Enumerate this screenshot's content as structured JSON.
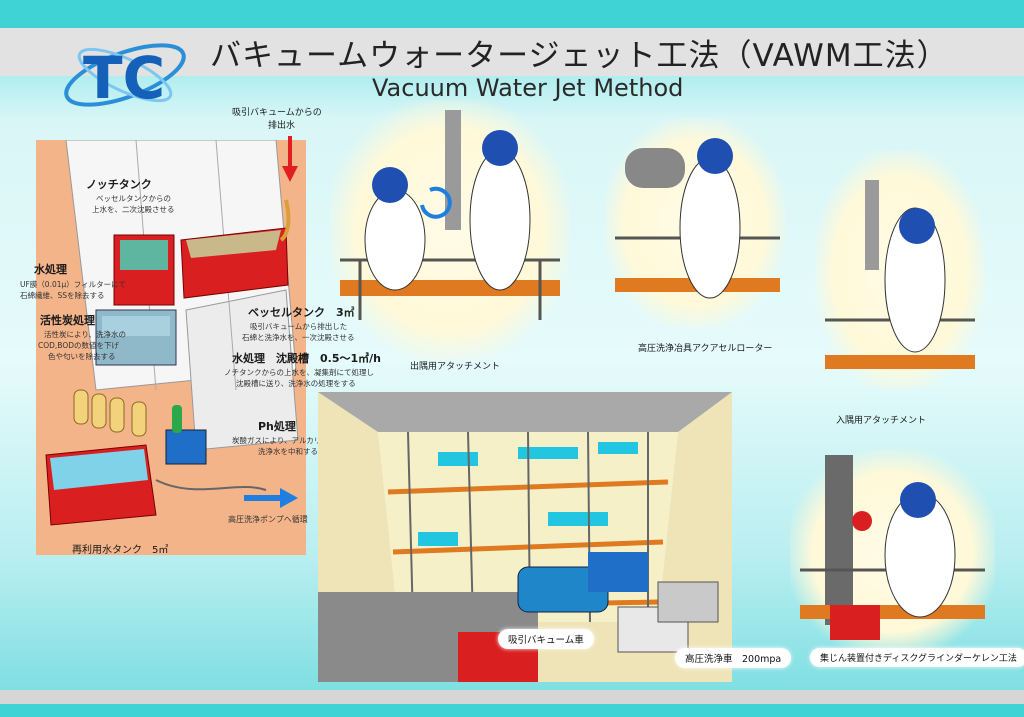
{
  "header": {
    "title": "バキュームウォータージェット工法（VAWM工法）",
    "subtitle": "Vacuum Water Jet Method"
  },
  "logo": {
    "text": "TC"
  },
  "process": {
    "inflow_label": "吸引バキュームからの",
    "inflow_label2": "排出水",
    "notch_tank_title": "ノッチタンク",
    "notch_tank_desc1": "ベッセルタンクからの",
    "notch_tank_desc2": "上水を、二次沈殿させる",
    "water_treatment_title": "水処理",
    "water_treatment_desc1": "UF膜（0.01μ）フィルターにて",
    "water_treatment_desc2": "石綿繊維、SSを除去する",
    "carbon_title": "活性炭処理",
    "carbon_desc1": "活性炭により、洗浄水の",
    "carbon_desc2": "COD,BODの数値を下げ",
    "carbon_desc3": "色や匂いを除去する",
    "vessel_title": "ベッセルタンク　3㎥",
    "vessel_desc1": "吸引バキュームから排出した",
    "vessel_desc2": "石綿と洗浄水を、一次沈殿させる",
    "settling_title": "水処理　沈殿槽　0.5～1㎥/h",
    "settling_desc1": "ノチタンクからの上水を、凝集剤にて処理し",
    "settling_desc2": "沈殿槽に送り、洗浄水の処理をする",
    "ph_title": "Ph処理",
    "ph_desc1": "炭酸ガスにより、アルカリ性の",
    "ph_desc2": "洗浄水を中和する",
    "reuse_tank": "再利用水タンク　5㎥",
    "pump_label": "高圧洗浄ポンプへ循環"
  },
  "scenes": {
    "corner_out": "出隅用アタッチメント",
    "rotor": "高圧洗浄冶具アクアセルローター",
    "corner_in": "入隅用アタッチメント",
    "vacuum_truck": "吸引バキューム車",
    "pressure_truck": "高圧洗浄車　200mpa",
    "grinder": "集じん装置付きディスクグラインダーケレン工法"
  },
  "colors": {
    "accent_red": "#e02020",
    "accent_blue": "#1e7fe0",
    "orange": "#e07a20",
    "cyan_bg": "#3fd3d6"
  }
}
